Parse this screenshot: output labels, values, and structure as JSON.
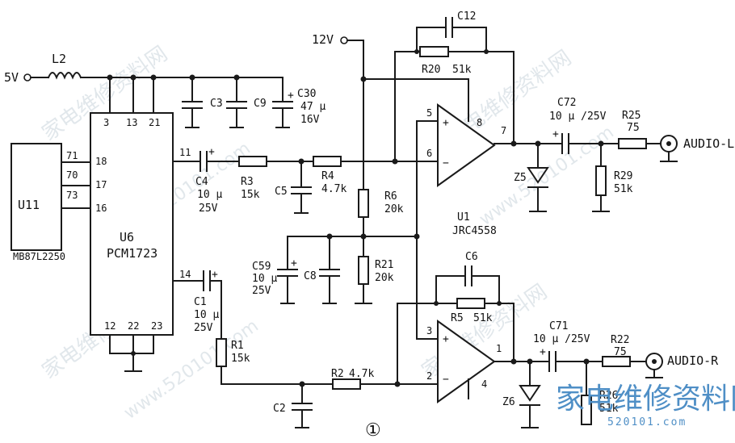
{
  "watermark": {
    "site_cn": "家电维修资料网",
    "site_url": "www.520101.com",
    "logo_text": "家电维修资料网",
    "logo_url": "520101.com"
  },
  "figure_number": "①",
  "power": {
    "v5": "5V",
    "v12": "12V"
  },
  "inductor": {
    "ref": "L2"
  },
  "ic_u11": {
    "ref": "U11",
    "part": "MB87L2250",
    "pins": [
      "71",
      "70",
      "73"
    ]
  },
  "ic_u6": {
    "ref": "U6",
    "part": "PCM1723",
    "pins_top": [
      "3",
      "13",
      "21"
    ],
    "pins_left": [
      "18",
      "17",
      "16"
    ],
    "pins_right": [
      "11",
      "14"
    ],
    "pins_bottom": [
      "12",
      "22",
      "23"
    ]
  },
  "opamp": {
    "ref": "U1",
    "part": "JRC4558"
  },
  "opamp_top_pins": {
    "inv": "5",
    "non": "6",
    "out": "7",
    "vcc": "8"
  },
  "opamp_bot_pins": {
    "inv": "3",
    "non": "2",
    "out": "1",
    "gnd": "4"
  },
  "components": {
    "c3": "C3",
    "c9": "C9",
    "c30": {
      "ref": "C30",
      "v1": "47 µ",
      "v2": "16V"
    },
    "c4": {
      "ref": "C4",
      "v1": "10 µ",
      "v2": "25V"
    },
    "c1": {
      "ref": "C1",
      "v1": "10 µ",
      "v2": "25V"
    },
    "c5": "C5",
    "c6": "C6",
    "c8": "C8",
    "c2": "C2",
    "c12": "C12",
    "c59": {
      "ref": "C59",
      "v1": "10 µ",
      "v2": "25V"
    },
    "c72": {
      "ref": "C72",
      "v": "10 µ /25V"
    },
    "c71": {
      "ref": "C71",
      "v": "10 µ /25V"
    },
    "r3": {
      "ref": "R3",
      "v": "15k"
    },
    "r4": {
      "ref": "R4",
      "v": "4.7k"
    },
    "r6": {
      "ref": "R6",
      "v": "20k"
    },
    "r21": {
      "ref": "R21",
      "v": "20k"
    },
    "r20": {
      "ref": "R20",
      "v": "51k"
    },
    "r5": {
      "ref": "R5",
      "v": "51k"
    },
    "r1": {
      "ref": "R1",
      "v": "15k"
    },
    "r2": {
      "ref": "R2",
      "v": "4.7k"
    },
    "r25": {
      "ref": "R25",
      "v": "75"
    },
    "r29": {
      "ref": "R29",
      "v": "51k"
    },
    "r22": {
      "ref": "R22",
      "v": "75"
    },
    "r26": {
      "ref": "R26",
      "v": "51k"
    },
    "z5": "Z5",
    "z6": "Z6"
  },
  "outputs": {
    "left": "AUDIO-L",
    "right": "AUDIO-R"
  }
}
